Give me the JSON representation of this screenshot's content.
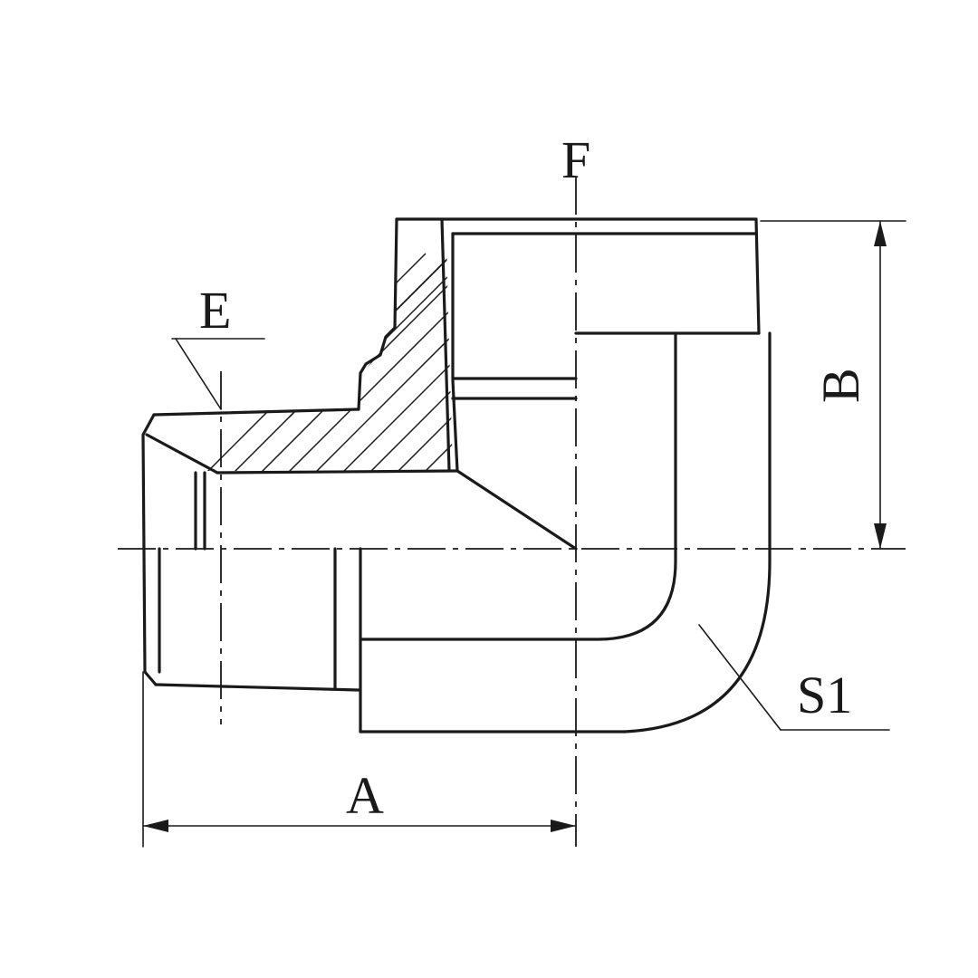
{
  "labels": {
    "f": "F",
    "e": "E",
    "b": "B",
    "s1": "S1",
    "a": "A"
  },
  "colors": {
    "line": "#1a1a1a",
    "background": "#ffffff"
  }
}
